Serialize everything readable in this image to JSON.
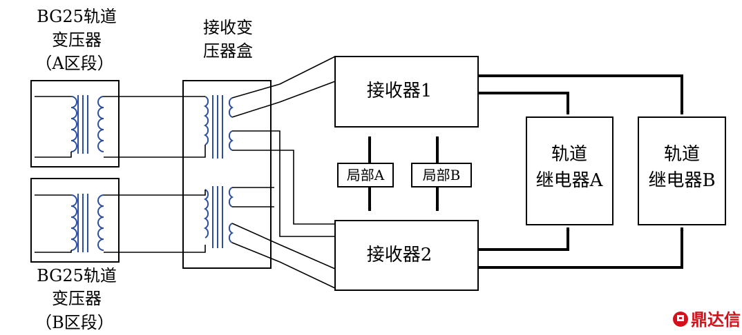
{
  "transformer_a": {
    "line1": "BG25轨道",
    "line2": "变压器",
    "line3": "（A区段）"
  },
  "transformer_b": {
    "line1": "BG25轨道",
    "line2": "变压器",
    "line3": "（B区段）"
  },
  "receiver_box": {
    "line1": "接收变",
    "line2": "压器盒"
  },
  "receiver1": {
    "label": "接收器1"
  },
  "receiver2": {
    "label": "接收器2"
  },
  "local_a": {
    "label": "局部A"
  },
  "local_b": {
    "label": "局部B"
  },
  "relay_a": {
    "line1": "轨道",
    "line2": "继电器A"
  },
  "relay_b": {
    "line1": "轨道",
    "line2": "继电器B"
  },
  "watermark": {
    "text": "鼎达信"
  },
  "colors": {
    "coil": "#2b4f9c",
    "line": "#000000",
    "logo": "#d0121b"
  }
}
